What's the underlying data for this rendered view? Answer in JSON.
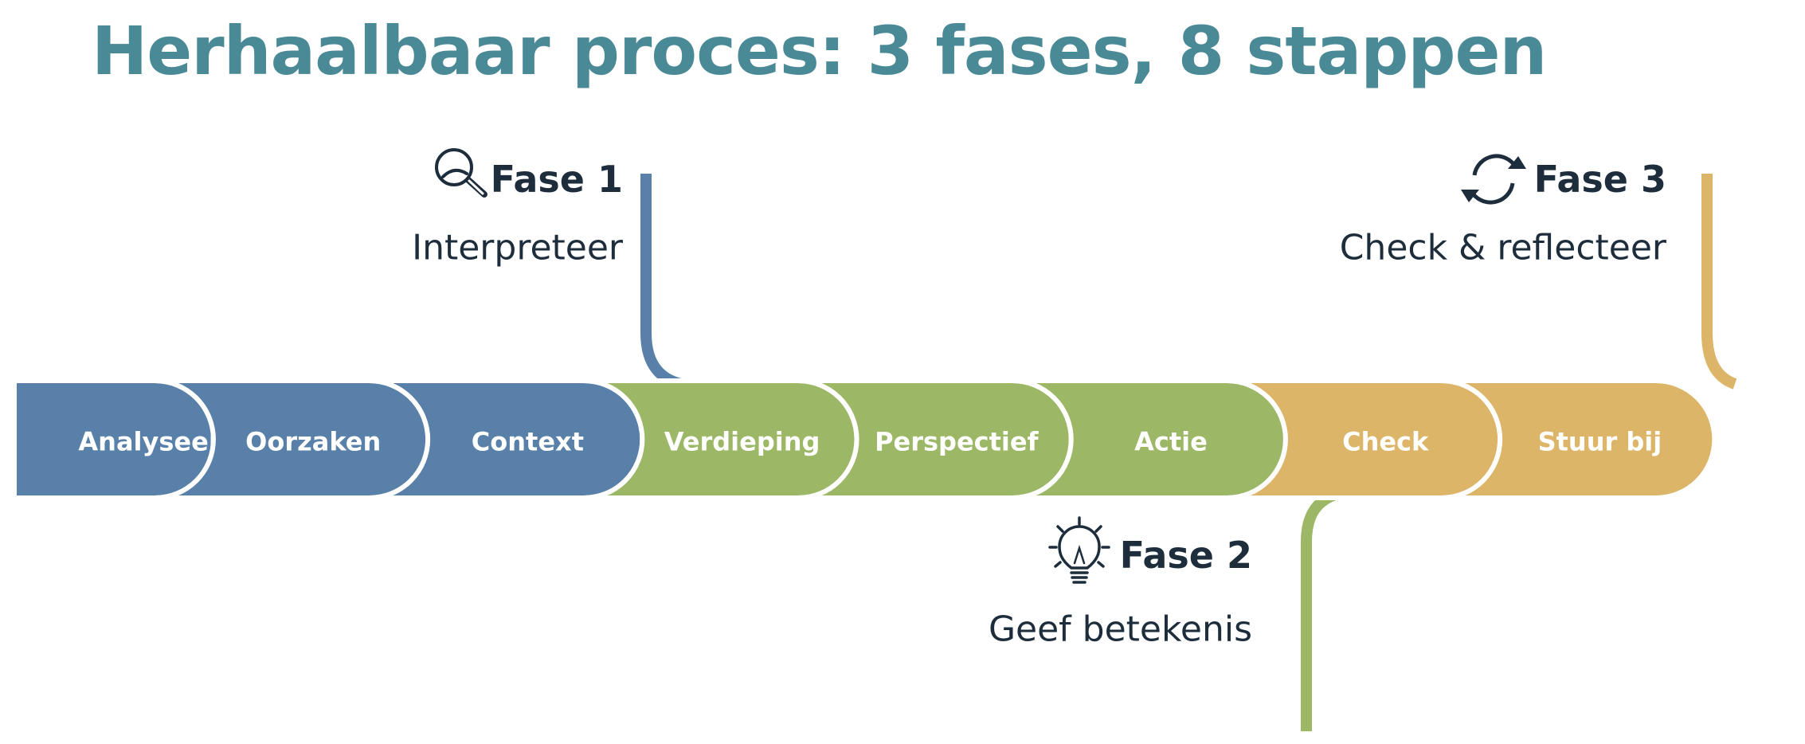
{
  "title": "Herhaalbaar proces: 3 fases, 8 stappen",
  "colors": {
    "title": "#4a8a96",
    "text": "#1d2d3b",
    "fase1": "#5880a8",
    "fase2": "#9cb867",
    "fase3": "#dcb568",
    "separator": "#ffffff"
  },
  "phases": [
    {
      "title": "Fase 1",
      "subtitle": "Interpreteer",
      "icon": "magnifier-icon",
      "color_key": "fase1"
    },
    {
      "title": "Fase 2",
      "subtitle": "Geef betekenis",
      "icon": "lightbulb-icon",
      "color_key": "fase2"
    },
    {
      "title": "Fase 3",
      "subtitle": "Check & reflecteer",
      "icon": "cycle-arrows-icon",
      "color_key": "fase3"
    }
  ],
  "steps": [
    {
      "label": "Analyseer",
      "phase": 0
    },
    {
      "label": "Oorzaken",
      "phase": 0
    },
    {
      "label": "Context",
      "phase": 0
    },
    {
      "label": "Verdieping",
      "phase": 1
    },
    {
      "label": "Perspectief",
      "phase": 1
    },
    {
      "label": "Actie",
      "phase": 1
    },
    {
      "label": "Check",
      "phase": 2
    },
    {
      "label": "Stuur bij",
      "phase": 2
    }
  ]
}
